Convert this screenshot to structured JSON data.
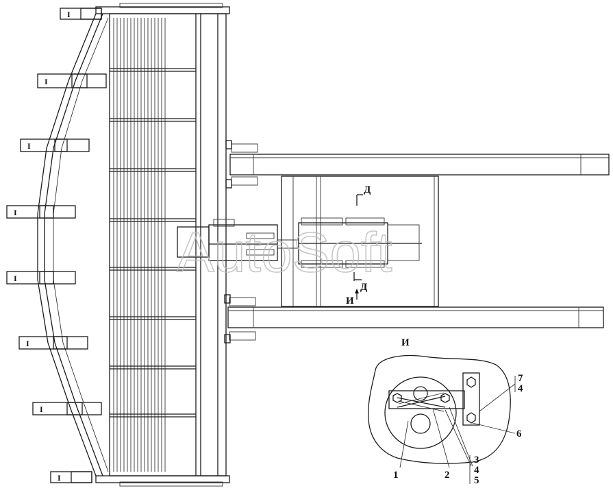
{
  "section_marks": {
    "d_top": "Д",
    "d_bottom": "Д",
    "i_arrow": "И"
  },
  "detail": {
    "title": "И",
    "callouts": [
      "1",
      "2",
      "3",
      "4",
      "5",
      "6"
    ],
    "stack_345": [
      "3",
      "4",
      "5"
    ],
    "stack_74": [
      "7",
      "4"
    ]
  },
  "tooth_label": "I",
  "watermark": "AutoSoft"
}
